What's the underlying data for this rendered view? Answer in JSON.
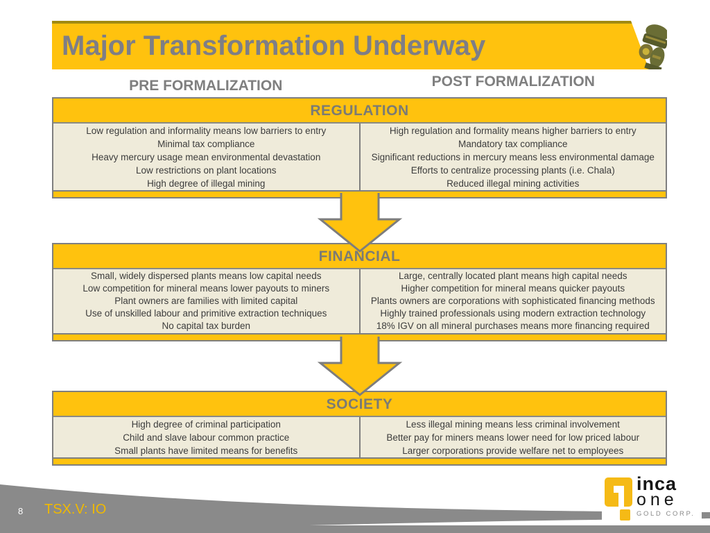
{
  "slide": {
    "title": "Major Transformation Underway",
    "page_number": "8",
    "ticker": "TSX.V: IO"
  },
  "columns": {
    "pre_label": "PRE FORMALIZATION",
    "post_label": "POST FORMALIZATION"
  },
  "sections": [
    {
      "title": "REGULATION",
      "pre": [
        "Low regulation and informality means low barriers to entry",
        "Minimal tax compliance",
        "Heavy mercury usage mean environmental devastation",
        "Low restrictions on plant locations",
        "High degree of illegal mining"
      ],
      "post": [
        "High regulation and formality means higher barriers to entry",
        "Mandatory tax compliance",
        "Significant reductions in mercury means less environmental damage",
        "Efforts to centralize processing plants (i.e. Chala)",
        "Reduced illegal mining activities"
      ]
    },
    {
      "title": "FINANCIAL",
      "pre": [
        "Small, widely dispersed plants means low capital needs",
        "Low competition for mineral means lower payouts to miners",
        "Plant owners are families with limited capital",
        "Use of unskilled labour and primitive extraction techniques",
        "No capital tax burden"
      ],
      "post": [
        "Large, centrally located plant means high capital needs",
        "Higher competition for mineral means quicker payouts",
        "Plants owners are corporations with sophisticated financing methods",
        "Highly trained professionals using modern extraction technology",
        "18%  IGV on all mineral purchases means more financing required"
      ]
    },
    {
      "title": "SOCIETY",
      "pre": [
        "High degree of criminal participation",
        "Child and slave labour common practice",
        "Small plants have limited means for benefits"
      ],
      "post": [
        "Less illegal mining means less criminal involvement",
        "Better pay for miners means lower need for low priced labour",
        "Larger corporations provide welfare net to employees"
      ]
    }
  ],
  "logo": {
    "line1": "inca",
    "line2": "one",
    "line3": "GOLD CORP."
  },
  "colors": {
    "accent_yellow": "#FFC20E",
    "cream_panel": "#EFEBDA",
    "border_gray": "#7F7F7F",
    "title_gray": "#7E7E86",
    "footer_gray": "#8A8A8A",
    "ticker_yellow": "#F0B900",
    "logo_yellow": "#F5BA16"
  }
}
